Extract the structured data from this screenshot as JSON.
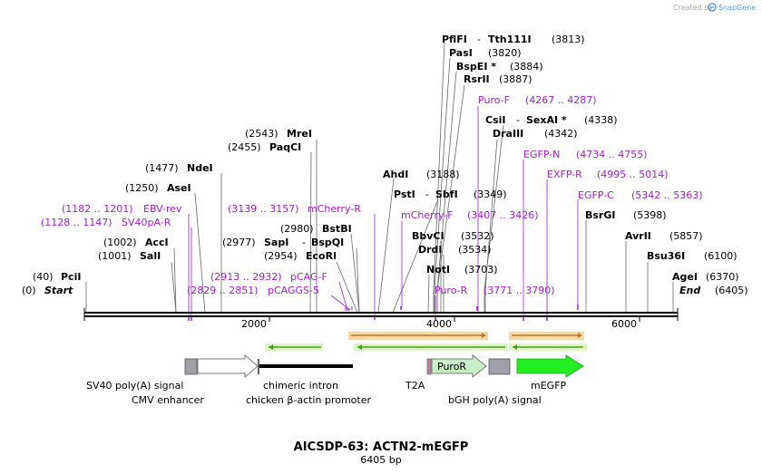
{
  "credit": {
    "prefix": "Created by",
    "brand": "SnapGene"
  },
  "title": "AICSDP-63: ACTN2-mEGFP",
  "subtitle": "6405 bp",
  "ticks": [
    "2000",
    "4000",
    "6000"
  ],
  "colors": {
    "primer": "#a020c8",
    "orf": "#e8a040",
    "green_orf": "#40a020",
    "mEGFP": "#22ee22",
    "puroR": "#c8f0c8",
    "polyA": "#a0a0a8"
  },
  "sites": [
    {
      "name": "PflFI",
      "pos": "(3813)",
      "link": "Tth111I"
    },
    {
      "name": "PasI",
      "pos": "(3820)"
    },
    {
      "name": "BspEI *",
      "pos": "(3884)"
    },
    {
      "name": "RsrII",
      "pos": "(3887)"
    },
    {
      "name": "CsiI",
      "pos": "(4338)",
      "link": "SexAI *"
    },
    {
      "name": "DraIII",
      "pos": "(4342)"
    },
    {
      "name": "MreI",
      "pos": "(2543)"
    },
    {
      "name": "PaqCI",
      "pos": "(2455)"
    },
    {
      "name": "NdeI",
      "pos": "(1477)"
    },
    {
      "name": "AhdI",
      "pos": "(3188)"
    },
    {
      "name": "AseI",
      "pos": "(1250)"
    },
    {
      "name": "PstI",
      "pos": "(3349)",
      "link": "SbfI"
    },
    {
      "name": "BstBI",
      "pos": "(2980)"
    },
    {
      "name": "BsrGI",
      "pos": "(5398)"
    },
    {
      "name": "BbvCI",
      "pos": "(3532)"
    },
    {
      "name": "AvrII",
      "pos": "(5857)"
    },
    {
      "name": "AccI",
      "pos": "(1002)"
    },
    {
      "name": "SapI",
      "pos": "(2977)",
      "link": "BspQI"
    },
    {
      "name": "DrdI",
      "pos": "(3534)"
    },
    {
      "name": "SalI",
      "pos": "(1001)"
    },
    {
      "name": "EcoRI",
      "pos": "(2954)"
    },
    {
      "name": "Bsu36I",
      "pos": "(6100)"
    },
    {
      "name": "NotI",
      "pos": "(3703)"
    },
    {
      "name": "PciI",
      "pos": "(40)"
    },
    {
      "name": "AgeI",
      "pos": "(6370)"
    },
    {
      "name": "Start",
      "pos": "(0)"
    },
    {
      "name": "End",
      "pos": "(6405)"
    }
  ],
  "primers": [
    {
      "name": "Puro-F",
      "pos": "(4267 .. 4287)"
    },
    {
      "name": "EGFP-N",
      "pos": "(4734 .. 4755)"
    },
    {
      "name": "EXFP-R",
      "pos": "(4995 .. 5014)"
    },
    {
      "name": "EGFP-C",
      "pos": "(5342 .. 5363)"
    },
    {
      "name": "mCherry-R",
      "pos": "(3139 .. 3157)"
    },
    {
      "name": "EBV-rev",
      "pos": "(1182 .. 1201)"
    },
    {
      "name": "mCherry-F",
      "pos": "(3407 .. 3426)"
    },
    {
      "name": "SV40pA-R",
      "pos": "(1128 .. 1147)"
    },
    {
      "name": "pCAG-F",
      "pos": "(2913 .. 2932)"
    },
    {
      "name": "pCAGGS-5",
      "pos": "(2829 .. 2851)"
    },
    {
      "name": "Puro-R",
      "pos": "(3771 .. 3790)"
    }
  ],
  "features": [
    {
      "name": "SV40 poly(A) signal"
    },
    {
      "name": "CMV enhancer"
    },
    {
      "name": "chimeric intron"
    },
    {
      "name": "chicken β-actin promoter"
    },
    {
      "name": "T2A"
    },
    {
      "name": "PuroR"
    },
    {
      "name": "bGH poly(A) signal"
    },
    {
      "name": "mEGFP"
    }
  ]
}
